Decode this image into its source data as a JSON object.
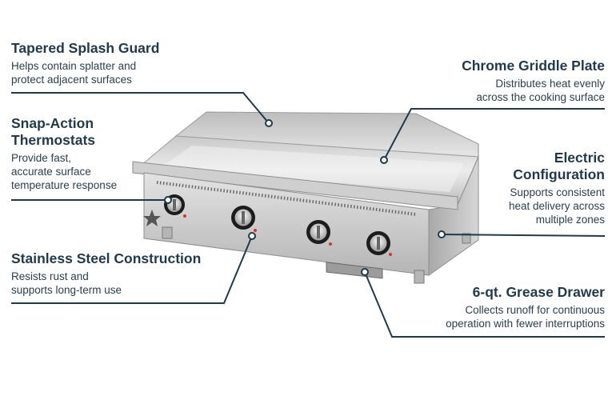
{
  "callouts": {
    "splash": {
      "title": "Tapered Splash Guard",
      "line1": "Helps contain splatter and",
      "line2": "protect adjacent surfaces"
    },
    "griddle": {
      "title": "Chrome Griddle Plate",
      "line1": "Distributes heat evenly",
      "line2": "across the cooking surface"
    },
    "thermo": {
      "title1": "Snap-Action",
      "title2": "Thermostats",
      "line1": "Provide fast,",
      "line2": "accurate surface",
      "line3": "temperature response"
    },
    "electric": {
      "title1": "Electric",
      "title2": "Configuration",
      "line1": "Supports consistent",
      "line2": "heat delivery across",
      "line3": "multiple zones"
    },
    "steel": {
      "title": "Stainless Steel Construction",
      "line1": "Resists rust and",
      "line2": "supports long-term use"
    },
    "grease": {
      "title": "6-qt. Grease Drawer",
      "line1": "Collects runoff for continuous",
      "line2": "operation with fewer interruptions"
    }
  },
  "colors": {
    "text": "#1f3a4d",
    "leader": "#1f3a4d",
    "steel_light": "#d9d9d9",
    "steel_dark": "#8c8c8c"
  },
  "icons": {
    "knob": "thermostat-knob-icon",
    "logo": "star-logo-icon"
  }
}
